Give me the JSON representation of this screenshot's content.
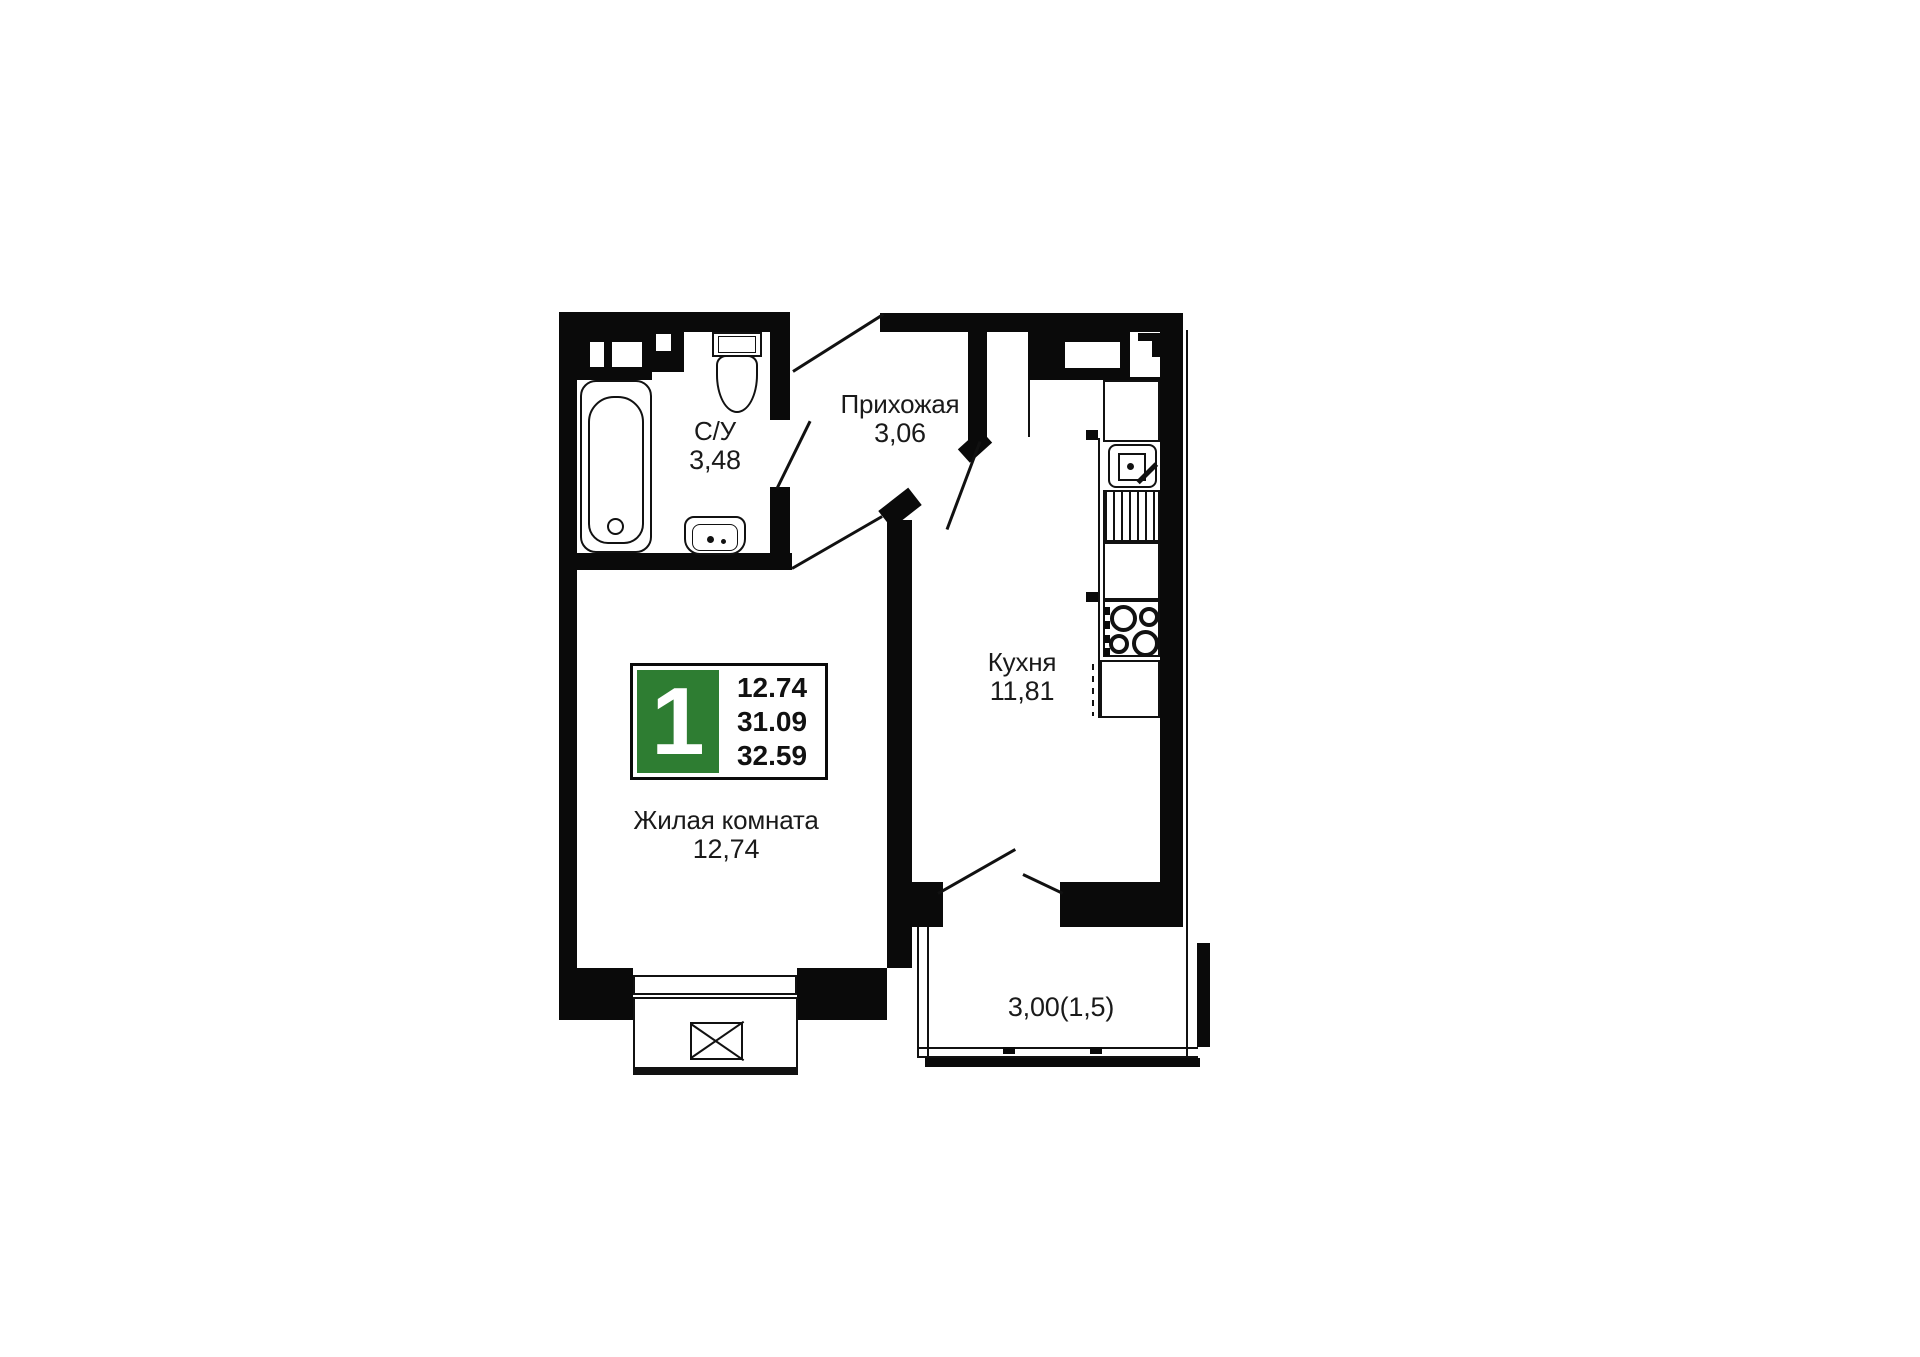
{
  "palette": {
    "wall": "#0a0a0a",
    "line": "#111111",
    "text": "#1a1a1a",
    "badge_green": "#2e7d32",
    "badge_digit": "#ffffff",
    "background": "#ffffff"
  },
  "badge": {
    "type": "1",
    "lines": [
      "12.74",
      "31.09",
      "32.59"
    ]
  },
  "rooms": {
    "bathroom": {
      "name": "С/У",
      "area": "3,48"
    },
    "hallway": {
      "name": "Прихожая",
      "area": "3,06"
    },
    "kitchen": {
      "name": "Кухня",
      "area": "11,81"
    },
    "living": {
      "name": "Жилая комната",
      "area": "12,74"
    },
    "balcony": {
      "area": "3,00(1,5)"
    }
  }
}
